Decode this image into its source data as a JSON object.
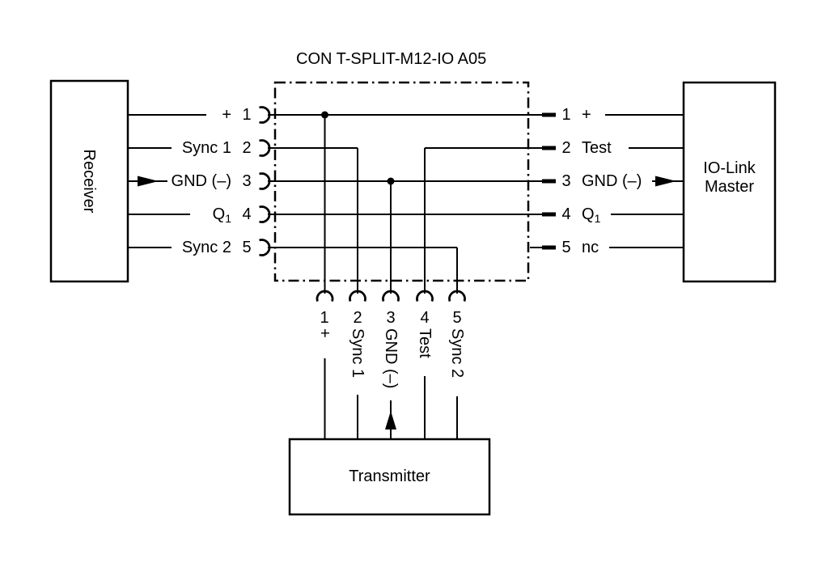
{
  "diagram": {
    "title": "CON T-SPLIT-M12-IO A05",
    "colors": {
      "line": "#000000",
      "background": "#ffffff"
    },
    "left_device": {
      "label": "Receiver"
    },
    "right_device": {
      "label_line1": "IO-Link",
      "label_line2": "Master"
    },
    "bottom_device": {
      "label": "Transmitter"
    },
    "left_port": {
      "pins": [
        {
          "number": "1",
          "label": "+"
        },
        {
          "number": "2",
          "label": "Sync 1"
        },
        {
          "number": "3",
          "label": "GND (–)"
        },
        {
          "number": "4",
          "label": "Q",
          "label_sub": "1"
        },
        {
          "number": "5",
          "label": "Sync 2"
        }
      ]
    },
    "right_port": {
      "pins": [
        {
          "number": "1",
          "label": "+"
        },
        {
          "number": "2",
          "label": "Test"
        },
        {
          "number": "3",
          "label": "GND (–)"
        },
        {
          "number": "4",
          "label": "Q",
          "label_sub": "1"
        },
        {
          "number": "5",
          "label": "nc"
        }
      ]
    },
    "bottom_port": {
      "pins": [
        {
          "number": "1",
          "label": "+"
        },
        {
          "number": "2",
          "label": "Sync 1"
        },
        {
          "number": "3",
          "label": "GND (–)"
        },
        {
          "number": "4",
          "label": "Test"
        },
        {
          "number": "5",
          "label": "Sync 2"
        }
      ]
    }
  }
}
